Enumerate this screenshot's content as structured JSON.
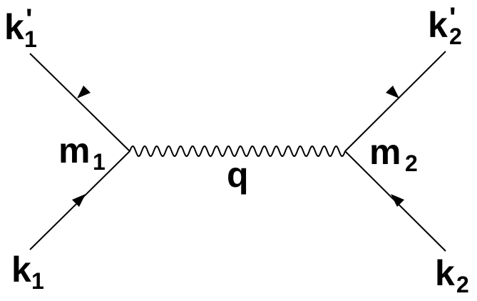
{
  "diagram": {
    "labels": {
      "k1_out": {
        "base": "k",
        "sub": "1",
        "prime": "'"
      },
      "k2_out": {
        "base": "k",
        "sub": "2",
        "prime": "'"
      },
      "m1": {
        "base": "m",
        "sub": "1"
      },
      "m2": {
        "base": "m",
        "sub": "2"
      },
      "q": "q",
      "k1_in": {
        "base": "k",
        "sub": "1"
      },
      "k2_in": {
        "base": "k",
        "sub": "2"
      }
    }
  }
}
